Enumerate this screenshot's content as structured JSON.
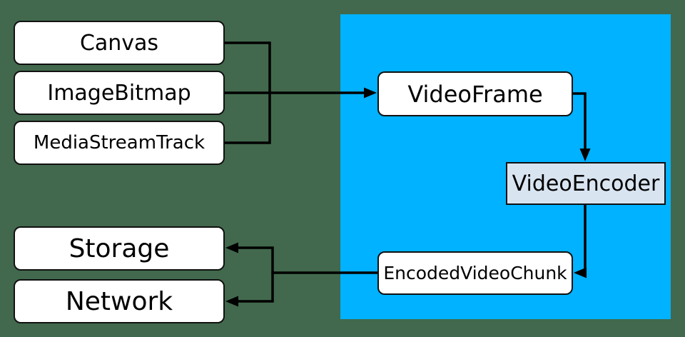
{
  "diagram": {
    "title_semantic": "WebCodecs video encoding pipeline",
    "colors": {
      "background": "#42694d",
      "pipeline_region": "#00b2ff",
      "node_fill": "#ffffff",
      "encoder_fill": "#d9e4f1",
      "border": "#111111",
      "connector": "#000000",
      "text": "#000000"
    },
    "nodes": {
      "canvas": {
        "label": "Canvas"
      },
      "image_bitmap": {
        "label": "ImageBitmap"
      },
      "media_stream_track": {
        "label": "MediaStreamTrack"
      },
      "video_frame": {
        "label": "VideoFrame"
      },
      "video_encoder": {
        "label": "VideoEncoder"
      },
      "encoded_video_chunk": {
        "label": "EncodedVideoChunk"
      },
      "storage": {
        "label": "Storage"
      },
      "network": {
        "label": "Network"
      }
    },
    "edges": [
      {
        "from": "Canvas",
        "to": "VideoFrame"
      },
      {
        "from": "ImageBitmap",
        "to": "VideoFrame"
      },
      {
        "from": "MediaStreamTrack",
        "to": "VideoFrame"
      },
      {
        "from": "VideoFrame",
        "to": "VideoEncoder"
      },
      {
        "from": "VideoEncoder",
        "to": "EncodedVideoChunk"
      },
      {
        "from": "EncodedVideoChunk",
        "to": "Storage"
      },
      {
        "from": "EncodedVideoChunk",
        "to": "Network"
      }
    ]
  }
}
